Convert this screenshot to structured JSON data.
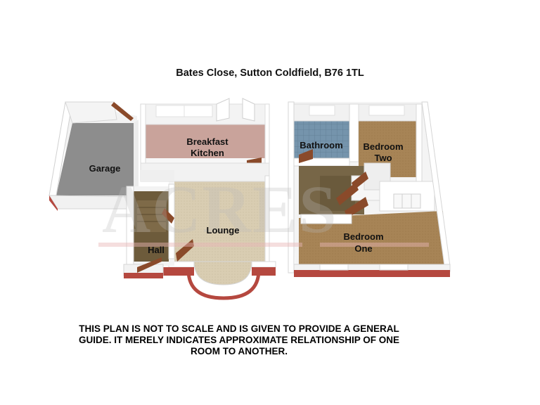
{
  "title": "Bates Close, Sutton Coldfield, B76 1TL",
  "watermark": "ACRES",
  "rooms": {
    "garage": "Garage",
    "breakfast_kitchen": [
      "Breakfast",
      "Kitchen"
    ],
    "lounge": "Lounge",
    "hall": "Hall",
    "bathroom": "Bathroom",
    "bedroom_two": [
      "Bedroom",
      "Two"
    ],
    "bedroom_one": [
      "Bedroom",
      "One"
    ]
  },
  "disclaimer": [
    "THIS PLAN IS NOT TO SCALE AND IS GIVEN TO PROVIDE A GENERAL",
    "GUIDE. IT MERELY INDICATES APPROXIMATE RELATIONSHIP OF ONE",
    "ROOM TO ANOTHER."
  ],
  "colors": {
    "wall_top": "#ffffff",
    "wall_side": "#e9e9e9",
    "brick": "#b5483f",
    "garage_floor": "#8c8c8c",
    "kitchen_floor": "#c9a39b",
    "lounge_carpet": "#d8ccb0",
    "hall_floor": "#6f5d3c",
    "bathroom_tile": "#6f8fa8",
    "bedroom_carpet": "#a88558",
    "landing_floor": "#7a6a4a",
    "door": "#8a4a2a"
  }
}
